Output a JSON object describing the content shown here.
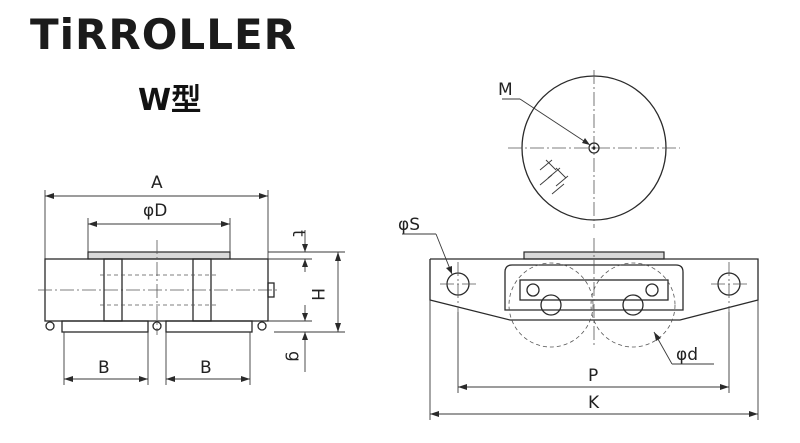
{
  "header": {
    "logo_text": "TiRROLLER",
    "model": "W型"
  },
  "dimensions": {
    "A": "A",
    "phiD": "φD",
    "t": "t",
    "H": "H",
    "g": "g",
    "B_left": "B",
    "B_right": "B",
    "M": "M",
    "phiS": "φS",
    "phid": "φd",
    "P": "P",
    "K": "K"
  }
}
